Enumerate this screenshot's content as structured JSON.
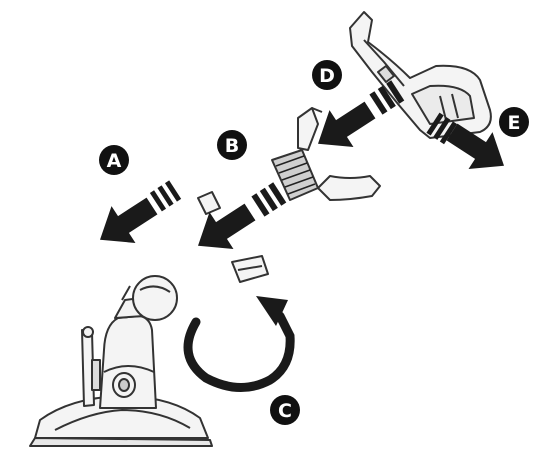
{
  "diagram": {
    "step_labels": {
      "a": "A",
      "b": "B",
      "c": "C",
      "d": "D",
      "e": "E"
    },
    "colors": {
      "ink": "#1a1a1a",
      "line": "#333333",
      "fill_light": "#f4f4f4",
      "badge_fill": "#111111",
      "badge_text": "#ffffff"
    },
    "icons": [
      "suction-cup-base-icon",
      "extension-arm-icon",
      "rotate-arrow-icon",
      "ball-joint-bracket-icon",
      "device-cradle-icon",
      "insert-arrow-icon"
    ]
  }
}
